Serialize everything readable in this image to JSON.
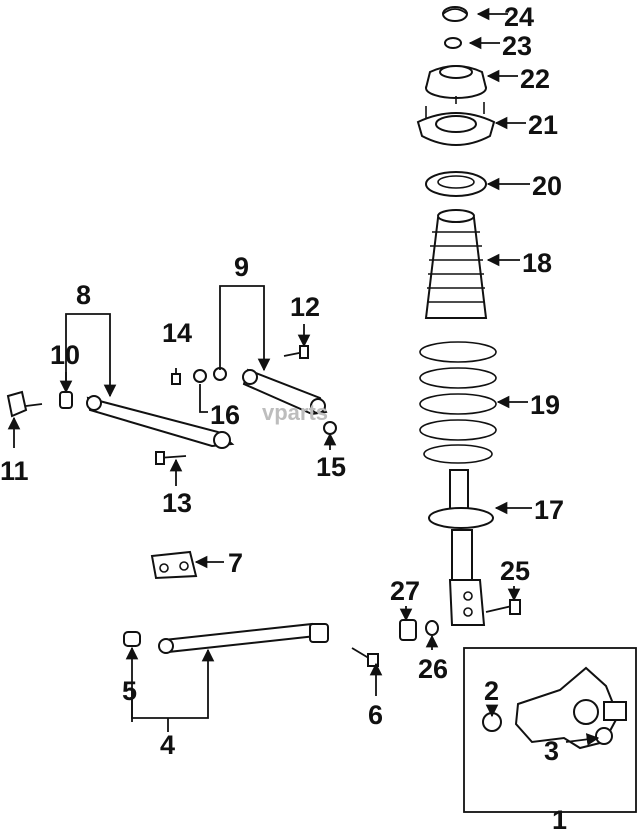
{
  "watermark": "vparts",
  "callouts": {
    "c1": "1",
    "c2": "2",
    "c3": "3",
    "c4": "4",
    "c5": "5",
    "c6": "6",
    "c7": "7",
    "c8": "8",
    "c9": "9",
    "c10": "10",
    "c11": "11",
    "c12": "12",
    "c13": "13",
    "c14": "14",
    "c15": "15",
    "c16": "16",
    "c17": "17",
    "c18": "18",
    "c19": "19",
    "c20": "20",
    "c21": "21",
    "c22": "22",
    "c23": "23",
    "c24": "24",
    "c25": "25",
    "c26": "26",
    "c27": "27"
  },
  "colors": {
    "ink": "#111111",
    "watermark": "#bdbdbd",
    "background": "#ffffff"
  }
}
